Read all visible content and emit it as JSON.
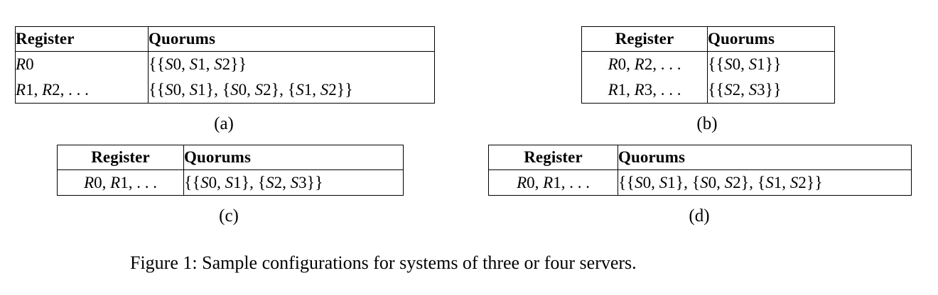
{
  "figure": {
    "caption": "Figure 1: Sample configurations for systems of three or four servers.",
    "background_color": "#ffffff",
    "text_color": "#000000",
    "border_color": "#000000"
  },
  "columns": {
    "register": "Register",
    "quorums": "Quorums"
  },
  "tables": [
    {
      "id": "a",
      "sublabel": "(a)",
      "headers": [
        "Register",
        "Quorums"
      ],
      "rows": [
        {
          "register": "R0",
          "quorums": "{{S0, S1, S2}}"
        },
        {
          "register": "R1, R2, . . .",
          "quorums": "{{S0, S1}, {S0, S2}, {S1, S2}}"
        }
      ]
    },
    {
      "id": "b",
      "sublabel": "(b)",
      "headers": [
        "Register",
        "Quorums"
      ],
      "rows": [
        {
          "register": "R0, R2, . . .",
          "quorums": "{{S0, S1}}"
        },
        {
          "register": "R1, R3, . . .",
          "quorums": "{{S2, S3}}"
        }
      ]
    },
    {
      "id": "c",
      "sublabel": "(c)",
      "headers": [
        "Register",
        "Quorums"
      ],
      "rows": [
        {
          "register": "R0, R1, . . .",
          "quorums": "{{S0, S1}, {S2, S3}}"
        }
      ]
    },
    {
      "id": "d",
      "sublabel": "(d)",
      "headers": [
        "Register",
        "Quorums"
      ],
      "rows": [
        {
          "register": "R0, R1, . . .",
          "quorums": "{{S0, S1}, {S0, S2}, {S1, S2}}"
        }
      ]
    }
  ]
}
